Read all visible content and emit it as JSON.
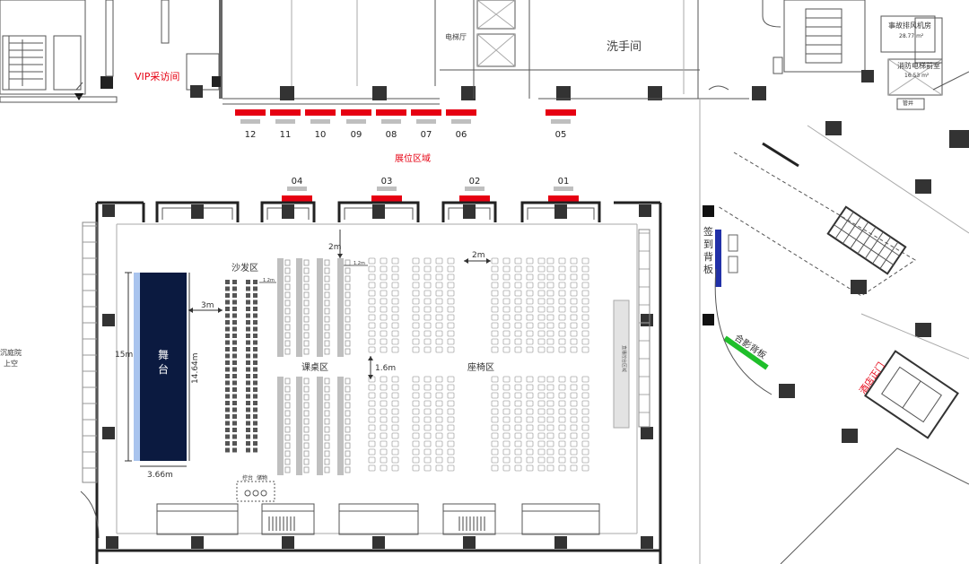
{
  "colors": {
    "booth": "#e60012",
    "stage": "#0b1a40",
    "stage_edge": "#a9c4ee",
    "signin": "#2231a8",
    "photo": "#1fbf2a",
    "chair": "#d9d9d9",
    "desk": "#bfbfbf",
    "red_text": "#e60012"
  },
  "labels": {
    "vip_room": "VIP采访间",
    "elevator_hall": "电梯厅",
    "washroom": "洗手间",
    "exhibit_zone": "展位区域",
    "sofa_zone": "沙发区",
    "desk_zone": "课桌区",
    "chair_zone": "座椅区",
    "stage": "舞台",
    "signin_board": "签到背板",
    "photo_board": "合影背板",
    "hotel_gate": "酒店正门",
    "fire_elevator_room": "消防电梯前室",
    "fire_elevator_area": "16.53 m²",
    "smoke_room": "事故排风机房",
    "smoke_area": "28.77 m²",
    "courtyard": "沉庭院",
    "courtyard2": "上空",
    "vertical_text": "直播控台区域",
    "console": "控台",
    "store": "储物",
    "pipe": "管井"
  },
  "dimensions": {
    "stage_width": "3.66m",
    "stage_height": "15m",
    "stage_inner": "14.64m",
    "gap_3m": "3m",
    "gap_2m_top": "2m",
    "gap_2m_right": "2m",
    "aisle": "1.6m",
    "gap_12a": "1.2m",
    "gap_12b": "1.2m"
  },
  "top_booths": [
    "12",
    "11",
    "10",
    "09",
    "08",
    "07",
    "06",
    "05"
  ],
  "upper_booths": [
    "04",
    "03",
    "02",
    "01"
  ]
}
